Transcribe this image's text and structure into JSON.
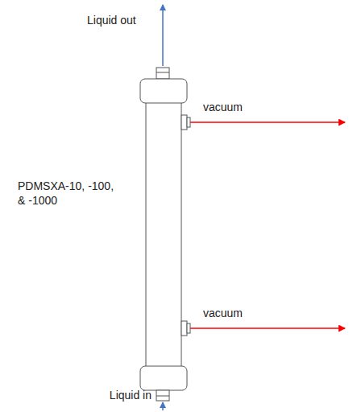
{
  "diagram": {
    "labels": [
      "Liquid out",
      "vacuum",
      "PDMSXA-10, -100, & -1000",
      "vacuum",
      "Liquid in"
    ]
  }
}
